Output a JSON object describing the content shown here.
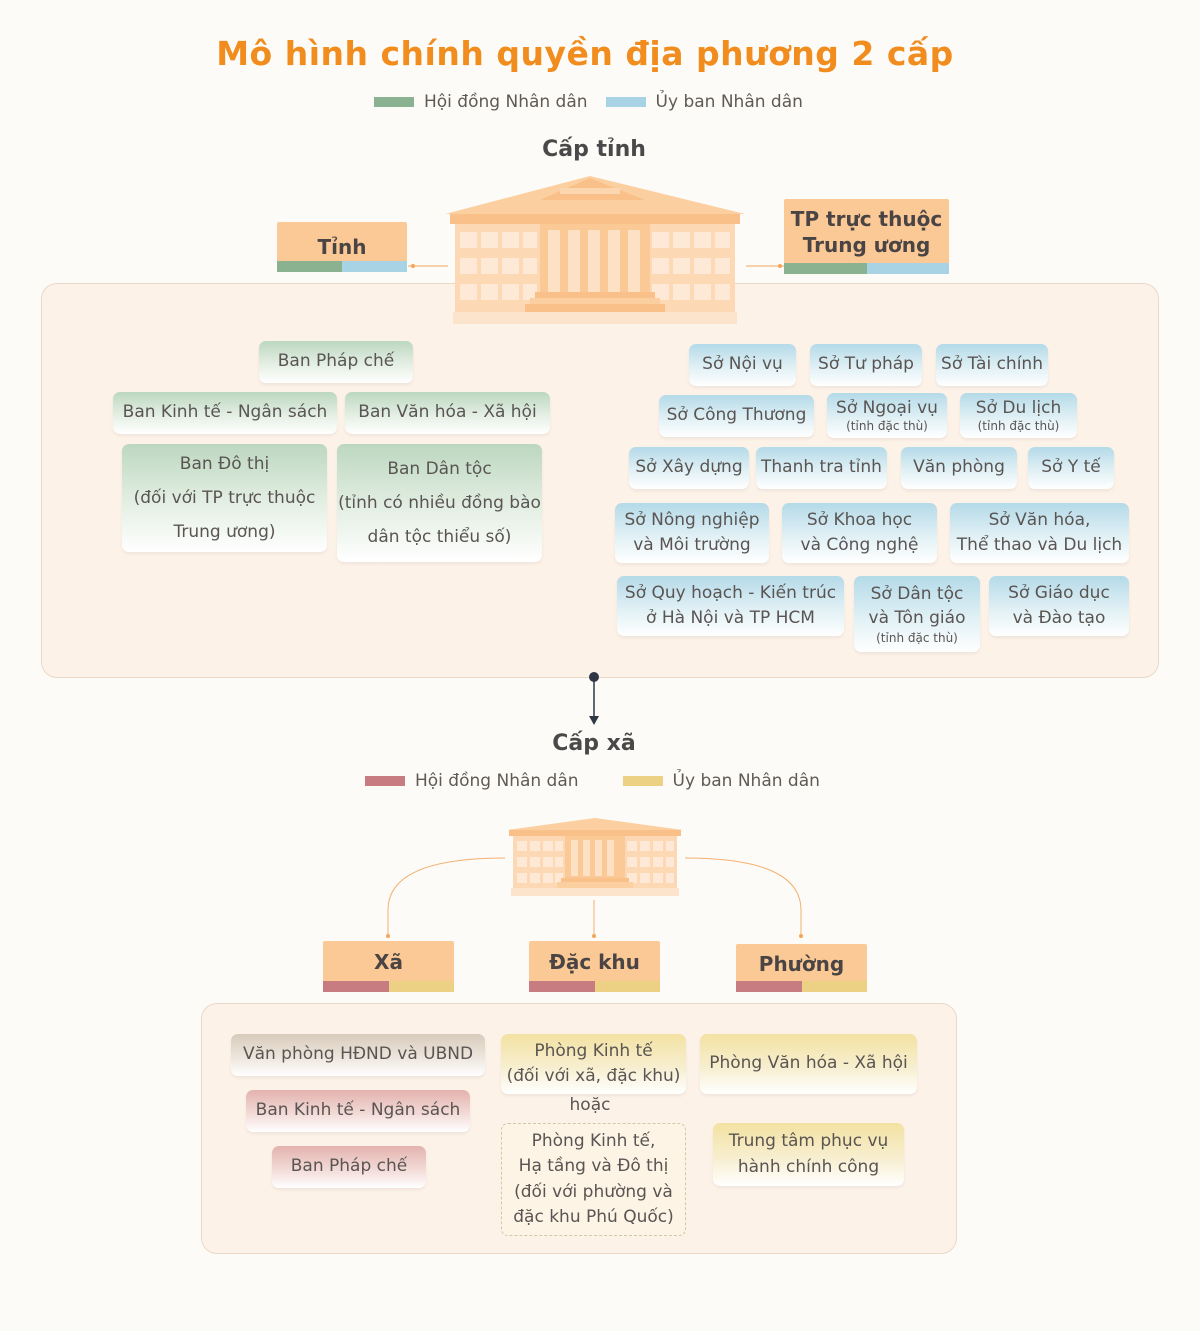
{
  "title": "Mô hình chính quyền địa phương 2 cấp",
  "colors": {
    "title": "#f08d1e",
    "province_council": "#8bb290",
    "province_committee": "#a8d3e4",
    "commune_council": "#c67c80",
    "commune_committee": "#ecd184",
    "tag_fill": "#fbc996",
    "panel": "#fdf2e8"
  },
  "province": {
    "heading": "Cấp tỉnh",
    "legend": {
      "council": "Hội đồng Nhân dân",
      "committee": "Ủy ban Nhân dân"
    },
    "left_unit": "Tỉnh",
    "right_unit_line1": "TP trực thuộc",
    "right_unit_line2": "Trung ương",
    "council_boxes": {
      "phap_che": "Ban Pháp chế",
      "kinh_te": "Ban Kinh tế - Ngân sách",
      "van_hoa": "Ban Văn hóa - Xã hội",
      "do_thi_1": "Ban Đô thị",
      "do_thi_2": "(đối với TP trực thuộc",
      "do_thi_3": "Trung ương)",
      "dan_toc_1": "Ban Dân tộc",
      "dan_toc_2": "(tỉnh có nhiều đồng bào",
      "dan_toc_3": "dân tộc thiểu số)"
    },
    "committee_boxes": {
      "noi_vu": "Sở Nội vụ",
      "tu_phap": "Sở Tư pháp",
      "tai_chinh": "Sở Tài chính",
      "cong_thuong": "Sở Công Thương",
      "ngoai_vu": "Sở Ngoại vụ",
      "ngoai_vu_note": "(tỉnh đặc thù)",
      "du_lich": "Sở Du lịch",
      "du_lich_note": "(tỉnh đặc thù)",
      "xay_dung": "Sở Xây dựng",
      "thanh_tra": "Thanh tra tỉnh",
      "van_phong": "Văn phòng",
      "y_te": "Sở Y tế",
      "nong_nghiep_1": "Sở Nông nghiệp",
      "nong_nghiep_2": "và Môi trường",
      "khoa_hoc_1": "Sở Khoa học",
      "khoa_hoc_2": "và Công nghệ",
      "van_hoa_1": "Sở Văn hóa,",
      "van_hoa_2": "Thể thao và Du lịch",
      "quy_hoach_1": "Sở Quy hoạch - Kiến trúc",
      "quy_hoach_2": "ở Hà Nội và TP HCM",
      "dan_toc_1": "Sở Dân tộc",
      "dan_toc_2": "và Tôn giáo",
      "dan_toc_note": "(tỉnh đặc thù)",
      "giao_duc_1": "Sở Giáo dục",
      "giao_duc_2": "và Đào tạo"
    }
  },
  "commune": {
    "heading": "Cấp xã",
    "legend": {
      "council": "Hội đồng Nhân dân",
      "committee": "Ủy ban Nhân dân"
    },
    "units": {
      "xa": "Xã",
      "dac_khu": "Đặc khu",
      "phuong": "Phường"
    },
    "boxes": {
      "van_phong": "Văn phòng HĐND và UBND",
      "kinh_te_ngan_sach": "Ban Kinh tế - Ngân sách",
      "phap_che": "Ban Pháp chế",
      "phong_kinh_te_1": "Phòng Kinh tế",
      "phong_kinh_te_2": "(đối với xã, đặc khu)",
      "hoac": "hoặc",
      "phong_kt_ht_1": "Phòng Kinh tế,",
      "phong_kt_ht_2": "Hạ tầng và Đô thị",
      "phong_kt_ht_3": "(đối với phường và",
      "phong_kt_ht_4": "đặc khu Phú Quốc)",
      "van_hoa_xa_hoi": "Phòng Văn hóa - Xã hội",
      "trung_tam_1": "Trung tâm phục vụ",
      "trung_tam_2": "hành chính công"
    }
  }
}
